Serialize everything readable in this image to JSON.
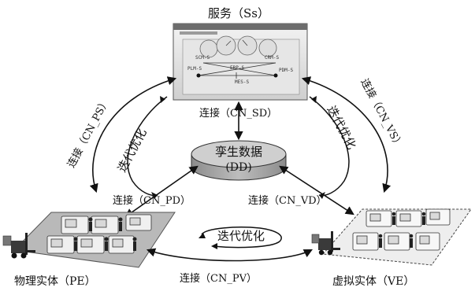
{
  "nodes": {
    "services": {
      "label": "服务（Ss）",
      "window": {
        "title_text": "",
        "gauges": [
          "SCM-S",
          "CRM-S"
        ],
        "modules": [
          "PLM-S",
          "ERP-S",
          "PDM-S",
          "MES-S"
        ]
      }
    },
    "twin_data": {
      "label_main": "孪生数据",
      "label_sub": "(DD)"
    },
    "physical": {
      "label": "物理实体（PE）"
    },
    "virtual": {
      "label": "虚拟实体（VE）"
    }
  },
  "connections": {
    "cn_sd": "连接（CN_SD）",
    "cn_ps": "连接（CN_PS）",
    "cn_vs": "连接（CN_VS）",
    "cn_pd": "连接（CN_PD）",
    "cn_vd": "连接（CN_VD）",
    "cn_pv": "连接（CN_PV）"
  },
  "iterations": {
    "left": "迭代优化",
    "right": "迭代优化",
    "bottom": "迭代优化"
  },
  "colors": {
    "line": "#111111",
    "disk_top": "#cfcfcf",
    "disk_side": "#9a9a9a",
    "platform": "#b9b9b9",
    "virtual_platform": "#eeeeee"
  }
}
